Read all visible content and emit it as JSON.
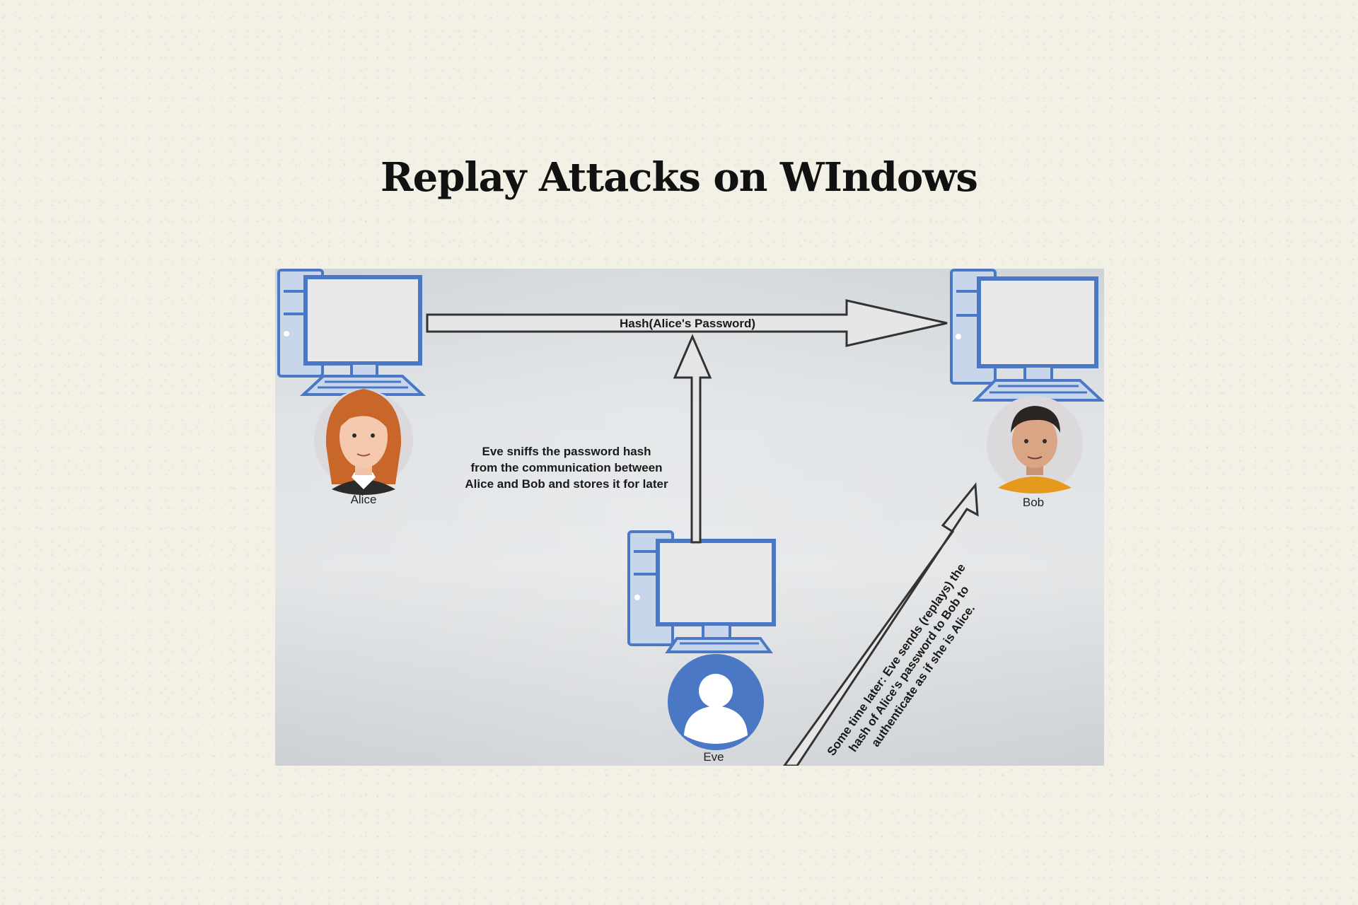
{
  "slide": {
    "title": "Replay Attacks on WIndows"
  },
  "diagram": {
    "hash_label": "Hash(Alice's Password)",
    "sniff_note": [
      "Eve sniffs the password hash",
      "from the communication between",
      "Alice and Bob and stores it for later"
    ],
    "replay_note": [
      "Some time later: Eve sends (replays) the",
      "hash of Alice's password to Bob to",
      "authenticate as if she is Alice."
    ],
    "actors": {
      "alice": "Alice",
      "bob": "Bob",
      "eve": "Eve"
    }
  },
  "colors": {
    "computer_blue": "#4a78c4",
    "computer_fill": "#c8d6ec",
    "screen_fill": "#e8e8e8",
    "eve_avatar": "#4a78c4",
    "bob_shirt": "#e59a1d",
    "alice_hair": "#c9662a"
  }
}
